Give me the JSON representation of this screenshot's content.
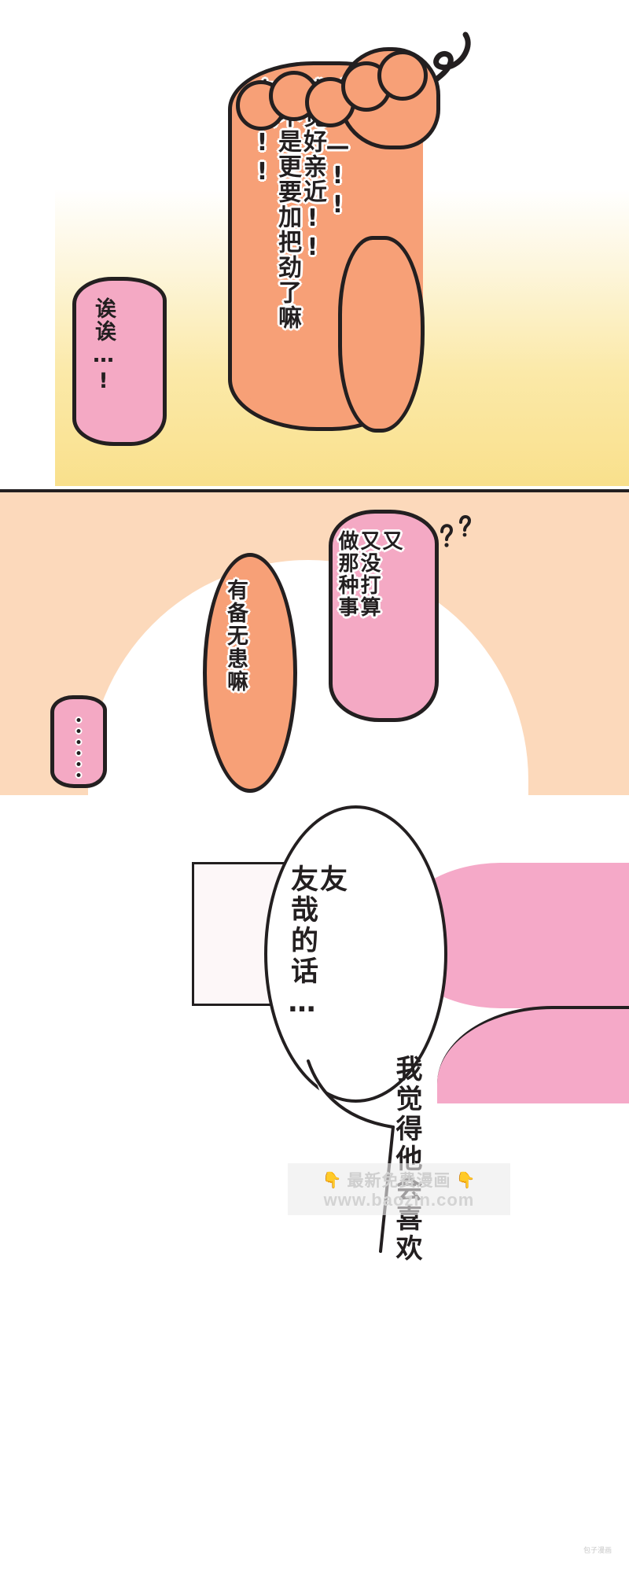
{
  "comic": {
    "title": "Manga page — 3 vertical panels",
    "language": "zh-CN",
    "reading_direction": "vertical right-to-left"
  },
  "panel1": {
    "background": "white to yellow vertical gradient",
    "gradient_top": "#ffffff",
    "gradient_bottom": "#f9e08c",
    "orange_bubble": {
      "color": "#f7a077",
      "columns": [
        "诶——!!",
        "感觉好亲近!!",
        "那不是更要加把劲了嘛",
        "内衣!!"
      ]
    },
    "pink_bubble": {
      "color": "#f4a9c4",
      "columns": [
        "诶诶…!"
      ]
    },
    "effect_mark": "squiggle-mark"
  },
  "panel2": {
    "background": "#fcd9bb",
    "orange_bubble": {
      "color": "#f7a077",
      "columns": [
        "有备无患嘛"
      ]
    },
    "pink_bubble": {
      "color": "#f4a9c4",
      "columns": [
        "又",
        "又没打算",
        "做那种事"
      ]
    },
    "dots_bubble": {
      "color": "#f4a9c4",
      "dots": 6
    },
    "effect_mark": "question-marks"
  },
  "panel3": {
    "background": "#ffffff",
    "white_bubble": {
      "color": "#ffffff",
      "columns": [
        "友",
        "友哉的话…"
      ]
    },
    "narration": {
      "columns": [
        "我觉得他会喜欢"
      ]
    },
    "pink_shape_color": "#f5a9c8"
  },
  "watermark": {
    "hand_icon": "pointing-down-hand-icon",
    "line1": "最新免费漫画",
    "line2": "www.baozin.com",
    "corner": "包子漫画"
  }
}
